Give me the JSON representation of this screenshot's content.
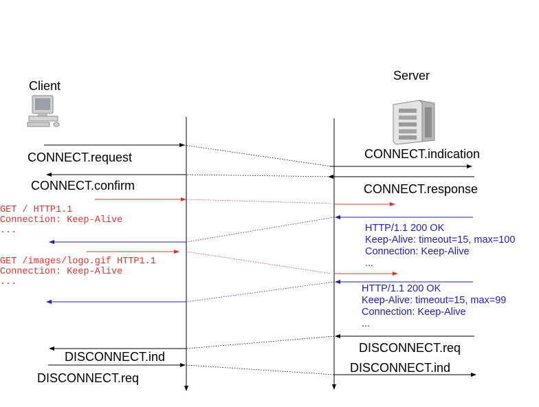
{
  "client": {
    "label": "Client"
  },
  "server": {
    "label": "Server"
  },
  "messages": {
    "connect_request": "CONNECT.request",
    "connect_indication": "CONNECT.indication",
    "connect_confirm": "CONNECT.confirm",
    "connect_response": "CONNECT.response",
    "disconnect_ind_client": "DISCONNECT.ind",
    "disconnect_req_client": "DISCONNECT.req",
    "disconnect_req_server": "DISCONNECT.req",
    "disconnect_ind_server": "DISCONNECT.ind"
  },
  "requests": {
    "req1": "GET / HTTP1.1\nConnection: Keep-Alive\n...",
    "req2": "GET /images/logo.gif HTTP1.1\nConnection: Keep-Alive\n..."
  },
  "responses": {
    "resp1": "HTTP/1.1 200 OK\nKeep-Alive: timeout=15, max=100\nConnection: Keep-Alive\n...",
    "resp2": "HTTP/1.1 200 OK\nKeep-Alive: timeout=15, max=99\nConnection: Keep-Alive\n..."
  },
  "colors": {
    "request": "#e8312b",
    "response": "#1c1ccc",
    "control": "#000000"
  }
}
